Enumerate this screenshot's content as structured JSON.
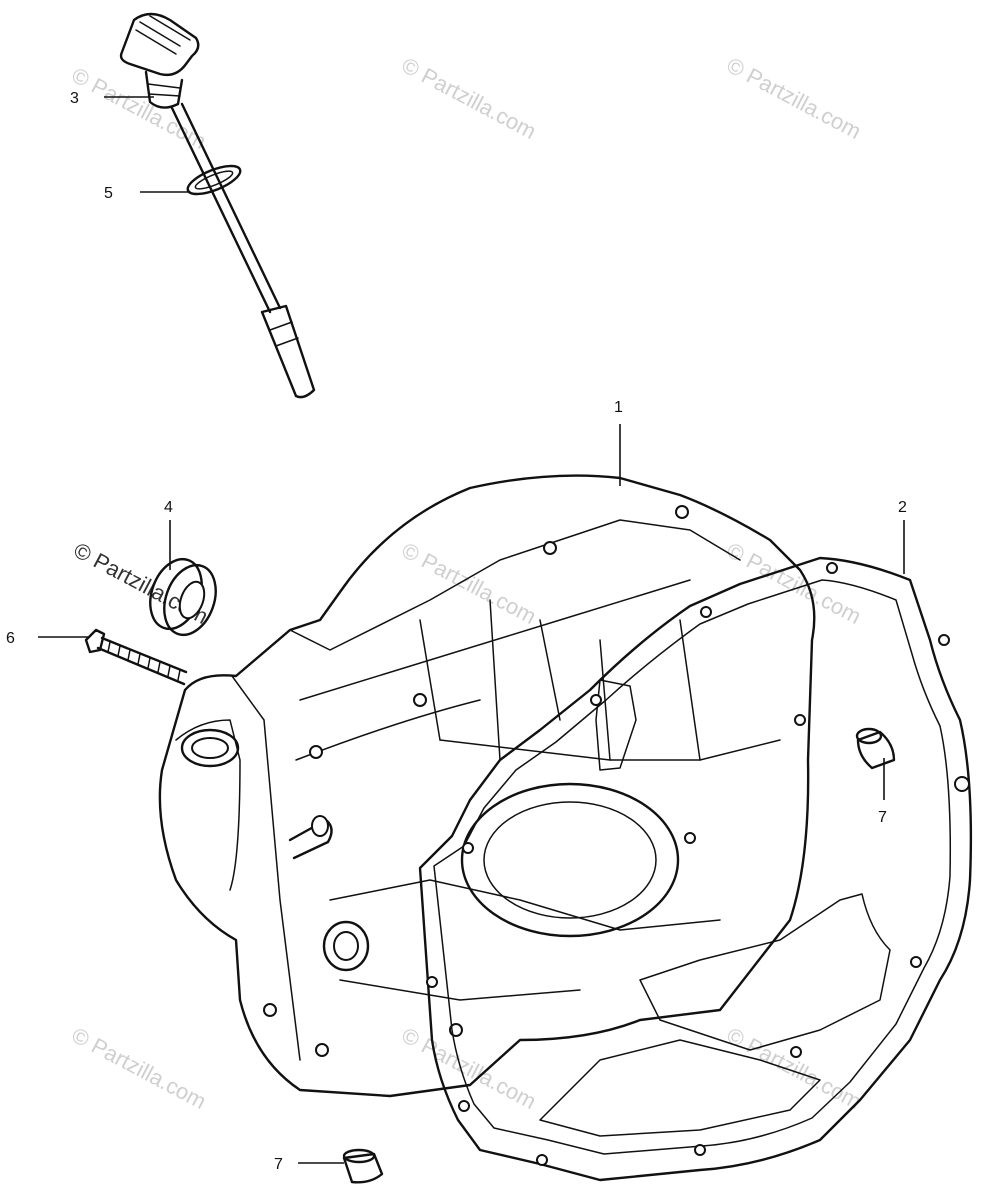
{
  "watermark": "© Partzilla.com",
  "callouts": [
    {
      "id": "c1",
      "label": "1"
    },
    {
      "id": "c2",
      "label": "2"
    },
    {
      "id": "c3",
      "label": "3"
    },
    {
      "id": "c4",
      "label": "4"
    },
    {
      "id": "c5",
      "label": "5"
    },
    {
      "id": "c6",
      "label": "6"
    },
    {
      "id": "c7a",
      "label": "7"
    },
    {
      "id": "c7b",
      "label": "7"
    }
  ]
}
